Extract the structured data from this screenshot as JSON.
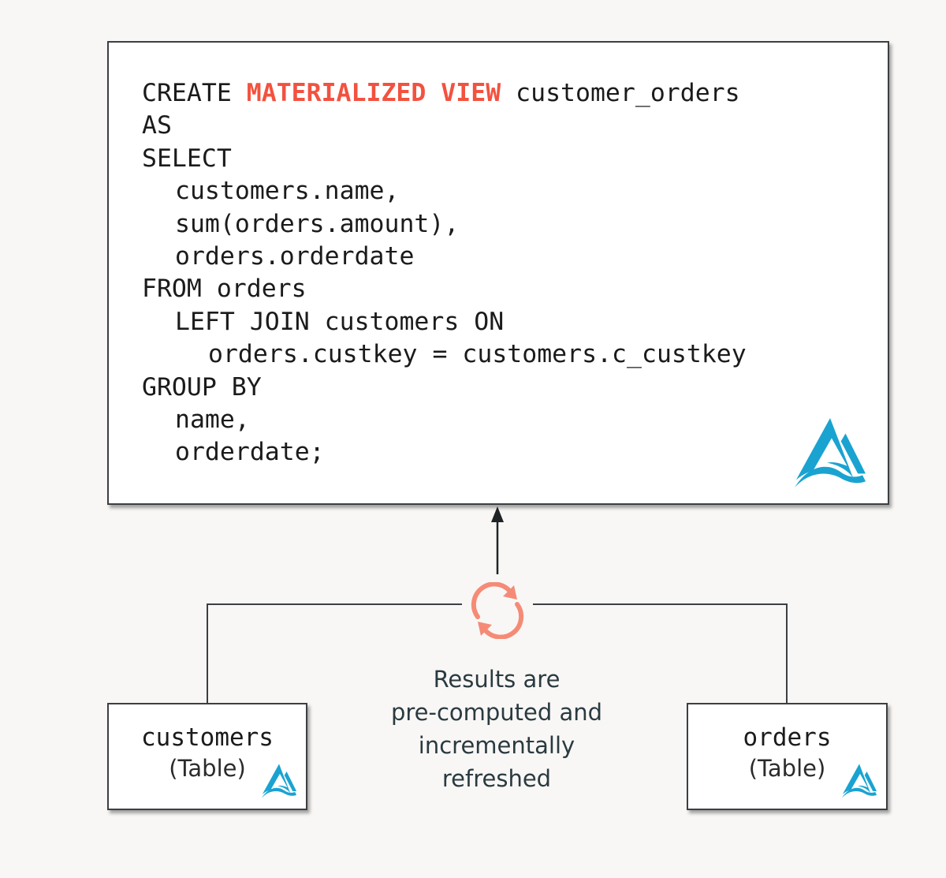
{
  "sql": {
    "lines": [
      {
        "parts": [
          "CREATE ",
          "MATERIALIZED VIEW",
          " customer_orders"
        ]
      },
      {
        "text": "AS"
      },
      {
        "text": "SELECT"
      },
      {
        "text": "customers.name,"
      },
      {
        "text": "sum(orders.amount),"
      },
      {
        "text": "orders.orderdate"
      },
      {
        "text": "FROM orders"
      },
      {
        "text": "LEFT JOIN customers ON"
      },
      {
        "text": "orders.custkey = customers.c_custkey"
      },
      {
        "text": "GROUP BY"
      },
      {
        "text": "name,"
      },
      {
        "text": "orderdate;"
      }
    ]
  },
  "tables": {
    "customers": {
      "name": "customers",
      "type": "(Table)"
    },
    "orders": {
      "name": "orders",
      "type": "(Table)"
    }
  },
  "caption": {
    "lines": [
      "Results are",
      "pre-computed and",
      "incrementally",
      "refreshed"
    ]
  },
  "icons": {
    "logo": "delta-logo-icon",
    "refresh": "refresh-cycle-icon",
    "arrow": "arrow-up-icon"
  },
  "colors": {
    "highlight": "#f2523f",
    "logo": "#1aa3d1",
    "refresh": "#f58b76",
    "line": "#3c3f42",
    "background": "#f8f7f5"
  }
}
